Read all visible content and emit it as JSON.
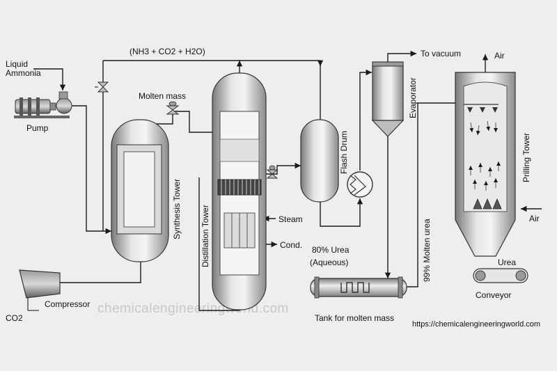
{
  "labels": {
    "recycle_gas": "(NH3 + CO2 + H2O)",
    "liquid_ammonia_1": "Liquid",
    "liquid_ammonia_2": "Ammonia",
    "pump": "Pump",
    "molten_mass": "Molten mass",
    "synthesis_tower": "Synthesis Tower",
    "distillation_tower": "Distillation Tower",
    "steam": "Steam",
    "cond": "Cond.",
    "flash_drum": "Flash Drum",
    "to_vacuum": "To vacuum",
    "evaporator": "Evaporator",
    "air_top": "Air",
    "air_side": "Air",
    "prilling_tower": "Prilling Tower",
    "urea_80_1": "80% Urea",
    "urea_80_2": "(Aqueous)",
    "molten_urea_99": "99% Molten urea",
    "urea": "Urea",
    "conveyor": "Conveyor",
    "compressor": "Compressor",
    "co2": "CO2",
    "tank": "Tank for molten mass",
    "url": "https://chemicalengineeringworld.com",
    "watermark": "chemicalengineeringworld.com"
  },
  "colors": {
    "background": "#eeeeee",
    "vessel_light": "#f2f2f2",
    "vessel_dark": "#7f7f7f",
    "line": "#1a1a1a"
  }
}
